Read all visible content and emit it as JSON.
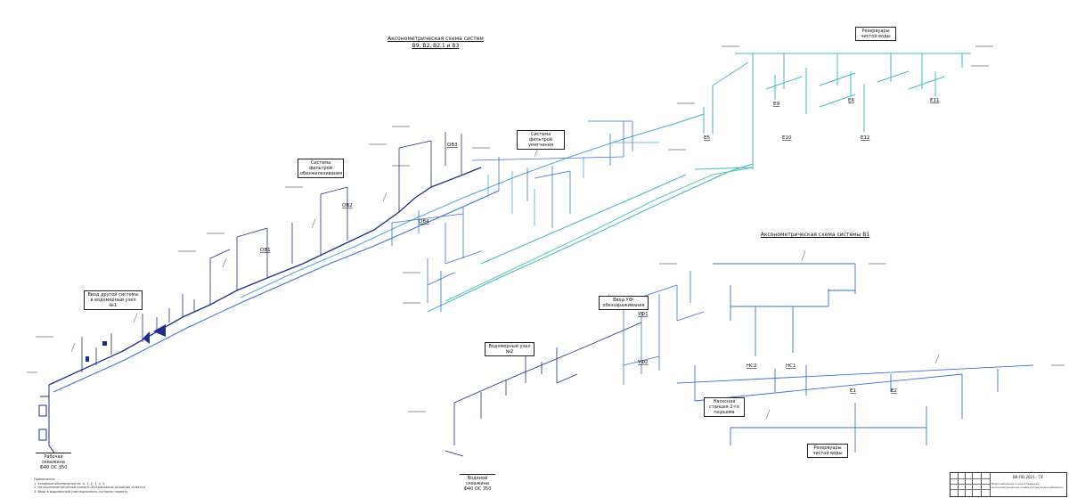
{
  "titles": {
    "systems_main": "Аксонометрическая схема систем",
    "systems_sub": "В9, В2, В2.1 и В3",
    "system_b1": "Аксонометрическая схема системы В1"
  },
  "boxes": {
    "reservoirs_top": "Резервуары чистой воды",
    "reservoirs_bottom": "Резервуары чистой воды",
    "filter_wash": "Система фильтрой обезжелезивания",
    "filter_soft": "Система фильтрой умягчения",
    "input_node1": "Ввод другой системы в водомерный узел №1",
    "uv_input": "Ввод УФ-обеззараживания",
    "meter_node2": "Водомерный узел №2",
    "pump_station": "Насосная станция 2-го подъема",
    "well_left": "Рабочая скважина Ф40 ОС 350",
    "well_mid": "Водяной скважина Ф40 ОС 350"
  },
  "equipment": [
    "ОВ1",
    "ОВ2",
    "ОВ3",
    "ОВ4",
    "УФ1",
    "УФ2",
    "НС1",
    "НС2",
    "Е1",
    "Е2",
    "Е5",
    "Е6",
    "Е9",
    "Е10",
    "Е11",
    "Е12"
  ],
  "notes": {
    "heading": "Примечания:",
    "lines": [
      "1. Условные обозначения см. л. 1, 2, 3, 4, 5.",
      "2. На аксонометрической схеме К-100 показаны основные отметки.",
      "3. Ввод в водомерный узел выполнить согласно проекту."
    ]
  },
  "stamp": {
    "code": "ВК-ПО.2021 - ТХ",
    "description": "Водоснабжение и водоотведение. Аксонометрическая схема систем водоснабжения."
  },
  "palette": {
    "dark_blue": "#1f2f8a",
    "mid_blue": "#3a6fd6",
    "light_blue": "#52a7d8",
    "cyan": "#45b9c6",
    "teal": "#5cc6b8",
    "annotation": "#222222"
  }
}
